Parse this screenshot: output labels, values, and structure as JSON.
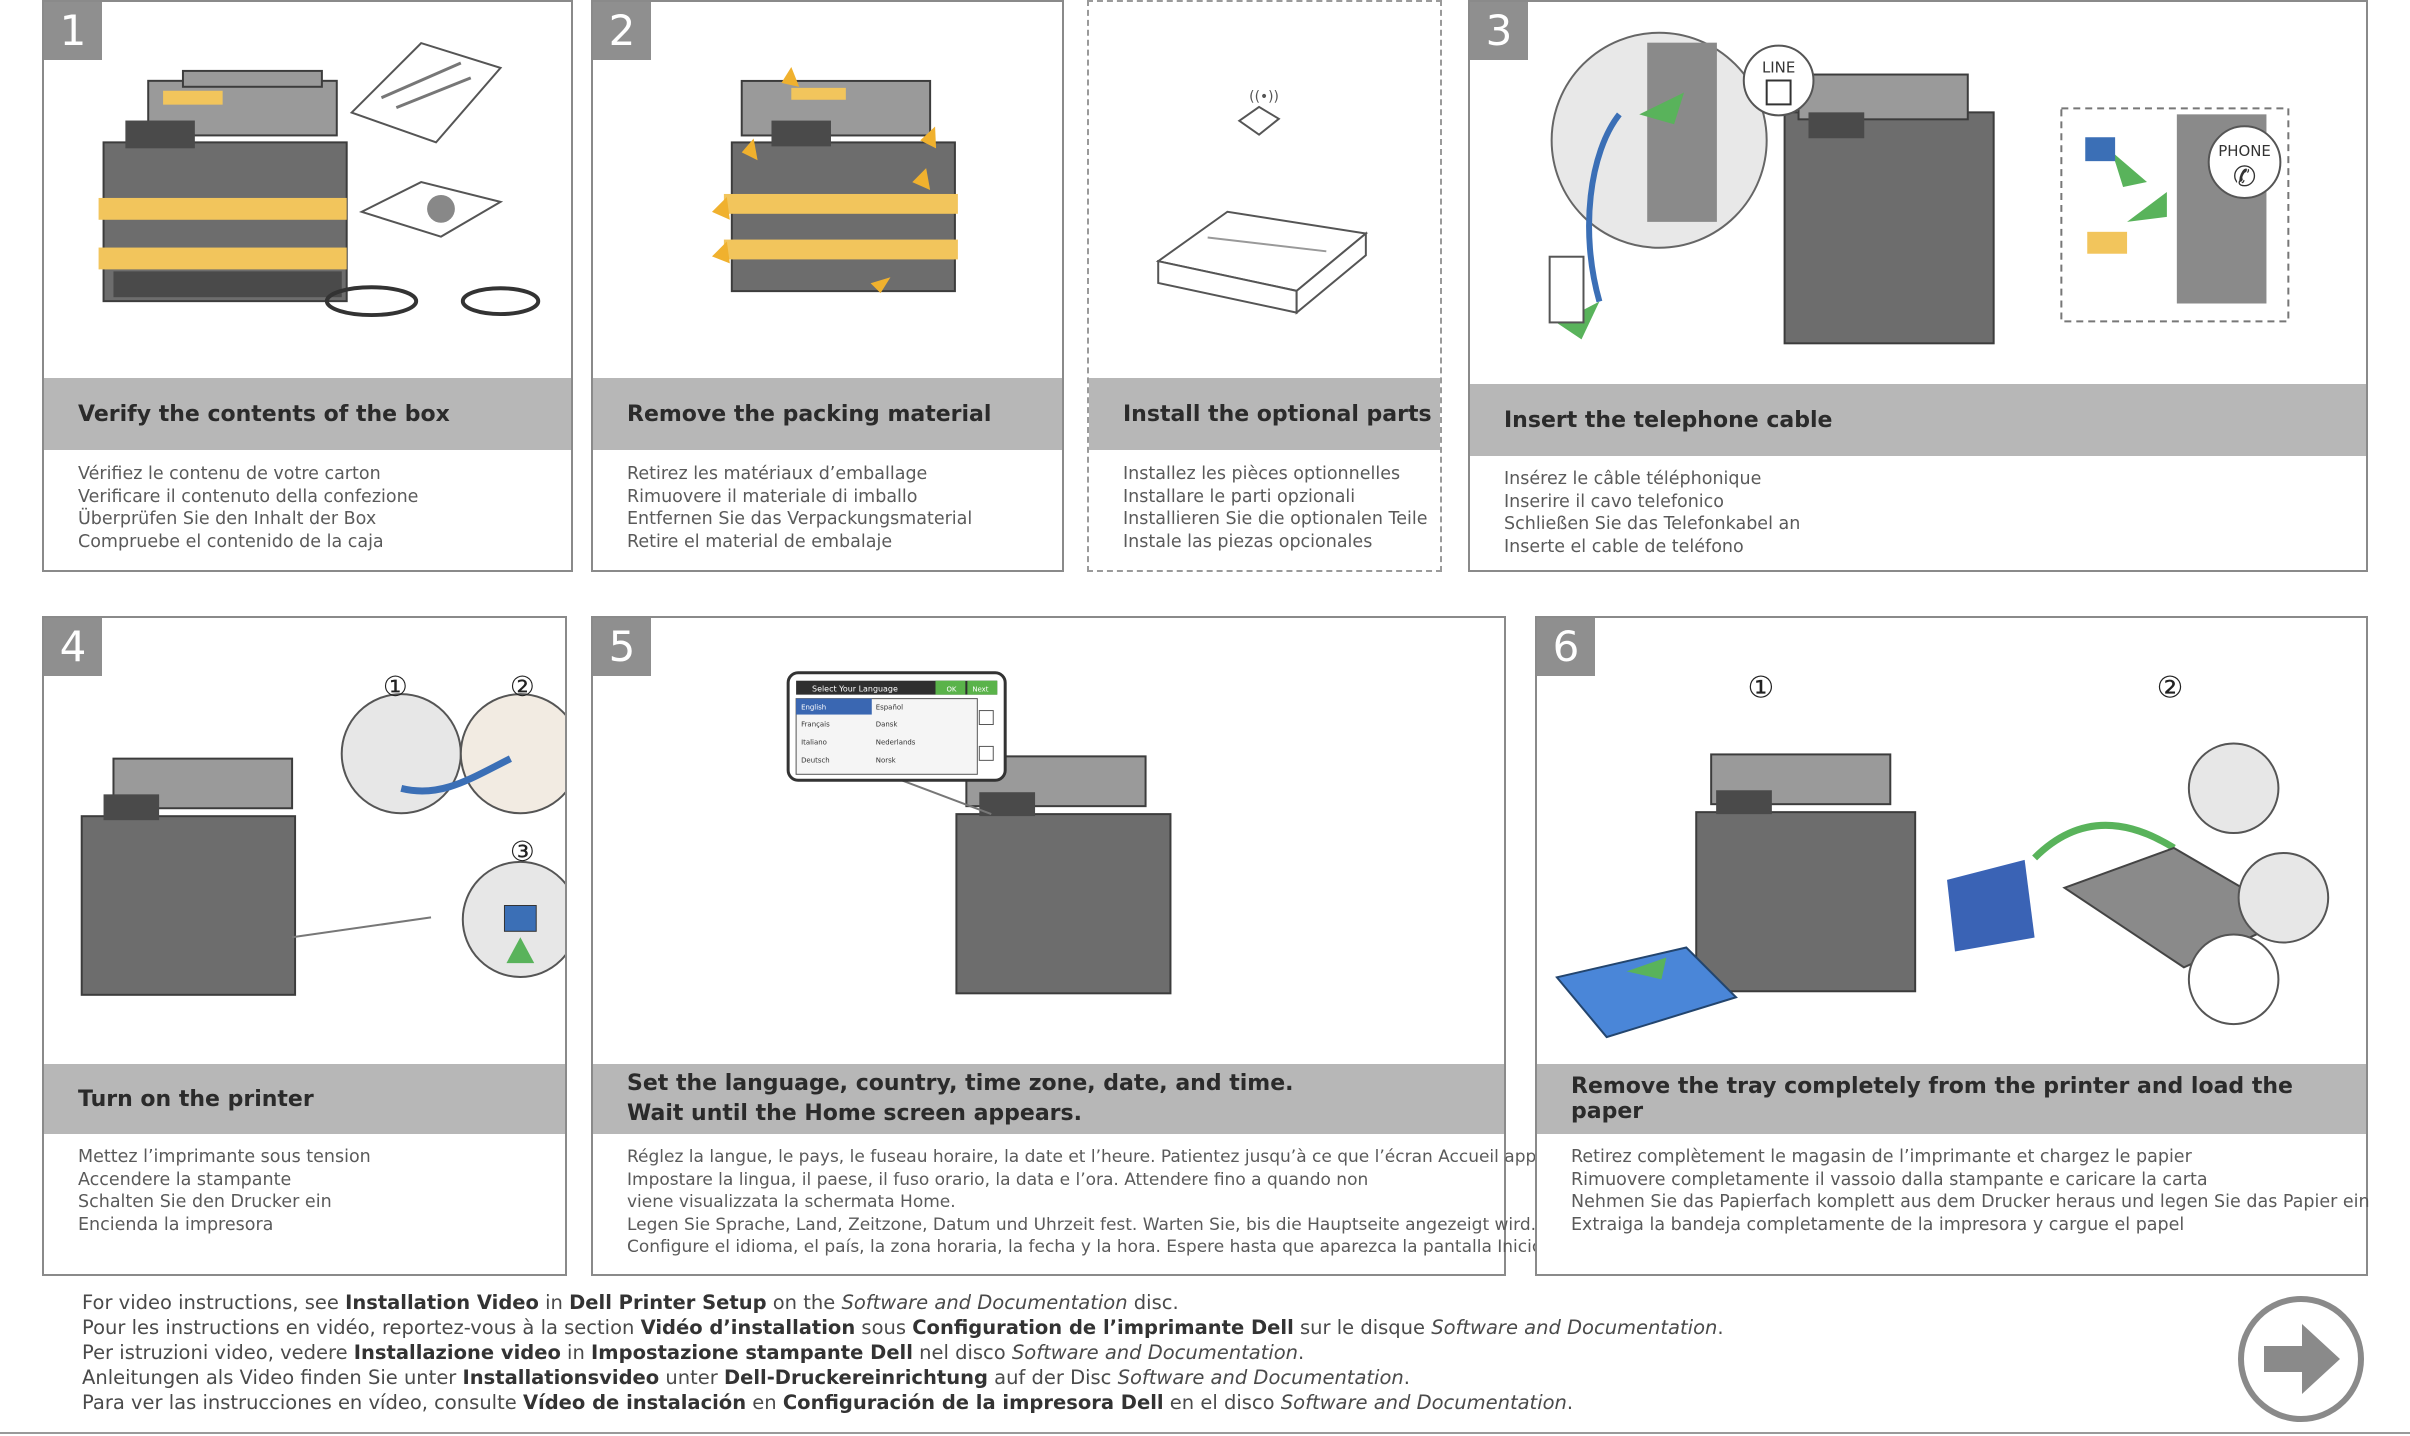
{
  "steps": [
    {
      "number": "1",
      "title": "Verify the contents of the box",
      "lines": [
        "Vérifiez le contenu de votre carton",
        "Verificare il contenuto della confezione",
        "Überprüfen Sie den Inhalt der Box",
        "Compruebe el contenido de la caja"
      ]
    },
    {
      "number": "2",
      "title": "Remove the packing material",
      "lines": [
        "Retirez les matériaux d’emballage",
        "Rimuovere il materiale di imballo",
        "Entfernen Sie das Verpackungsmaterial",
        "Retire el material de embalaje"
      ]
    },
    {
      "number": "",
      "title": "Install the optional parts",
      "lines": [
        "Installez les pièces optionnelles",
        "Installare le parti opzionali",
        "Installieren Sie die optionalen Teile",
        "Instale las piezas opcionales"
      ]
    },
    {
      "number": "3",
      "title": "Insert the telephone cable",
      "lines": [
        "Insérez le câble téléphonique",
        "Inserire il cavo telefonico",
        "Schließen Sie das Telefonkabel an",
        "Inserte el cable de teléfono"
      ],
      "callouts": {
        "line": "LINE",
        "phone": "PHONE"
      }
    },
    {
      "number": "4",
      "title": "Turn on the printer",
      "lines": [
        "Mettez l’imprimante sous tension",
        "Accendere la stampante",
        "Schalten Sie den Drucker ein",
        "Encienda la impresora"
      ],
      "substeps": [
        "①",
        "②",
        "③"
      ]
    },
    {
      "number": "5",
      "title_line1": "Set the language, country, time zone, date, and time.",
      "title_line2": "Wait until the Home screen appears.",
      "lines": [
        "Réglez la langue, le pays, le fuseau horaire, la date et l’heure. Patientez jusqu’à ce que l’écran Accueil apparaisse.",
        "Impostare la lingua, il paese, il fuso orario, la data e l’ora. Attendere fino a quando non viene visualizzata la schermata Home.",
        "Legen Sie Sprache, Land, Zeitzone, Datum und Uhrzeit fest. Warten Sie, bis die Hauptseite angezeigt wird.",
        "Configure el idioma, el país, la zona horaria, la fecha y la hora. Espere hasta que aparezca la pantalla Inicio."
      ],
      "screen": {
        "title": "Select Your Language",
        "ok": "OK",
        "next": "Next",
        "languages": [
          [
            "English",
            "Español"
          ],
          [
            "Français",
            "Dansk"
          ],
          [
            "Italiano",
            "Nederlands"
          ],
          [
            "Deutsch",
            "Norsk"
          ]
        ]
      }
    },
    {
      "number": "6",
      "title": "Remove the tray completely from the printer and load the paper",
      "lines": [
        "Retirez complètement le magasin de l’imprimante et chargez le papier",
        "Rimuovere completamente il vassoio dalla stampante e caricare la carta",
        "Nehmen Sie das Papierfach komplett aus dem Drucker heraus und legen Sie das Papier ein",
        "Extraiga la bandeja completamente de la impresora y cargue el papel"
      ],
      "substeps": [
        "①",
        "②"
      ]
    }
  ],
  "footer": {
    "en": {
      "a": "For video instructions, see ",
      "b": "Installation Video",
      "c": " in ",
      "d": "Dell Printer Setup",
      "e": " on the ",
      "f": "Software and Documentation",
      "g": " disc."
    },
    "fr": {
      "a": "Pour les instructions en vidéo, reportez-vous à la section ",
      "b": "Vidéo d’installation",
      "c": " sous ",
      "d": "Configuration de l’imprimante Dell",
      "e": " sur le disque ",
      "f": "Software and Documentation",
      "g": "."
    },
    "it": {
      "a": "Per istruzioni video, vedere ",
      "b": "Installazione video",
      "c": " in ",
      "d": "Impostazione stampante Dell",
      "e": " nel disco ",
      "f": "Software and Documentation",
      "g": "."
    },
    "de": {
      "a": "Anleitungen als Video finden Sie unter ",
      "b": "Installationsvideo",
      "c": " unter ",
      "d": "Dell-Druckereinrichtung",
      "e": " auf der Disc ",
      "f": "Software and Documentation",
      "g": "."
    },
    "es": {
      "a": "Para ver las instrucciones en vídeo, consulte ",
      "b": "Vídeo de instalación",
      "c": " en ",
      "d": "Configuración de la impresora Dell",
      "e": " en el disco ",
      "f": "Software and Documentation",
      "g": "."
    }
  },
  "icons": {
    "next": "arrow-right-circle-icon"
  },
  "colors": {
    "title_bar": "#b7b7b7",
    "step_badge": "#8f8f8f",
    "tape": "#f2c55c",
    "arrow_green": "#59b35b",
    "tray_blue": "#4a86d8"
  }
}
